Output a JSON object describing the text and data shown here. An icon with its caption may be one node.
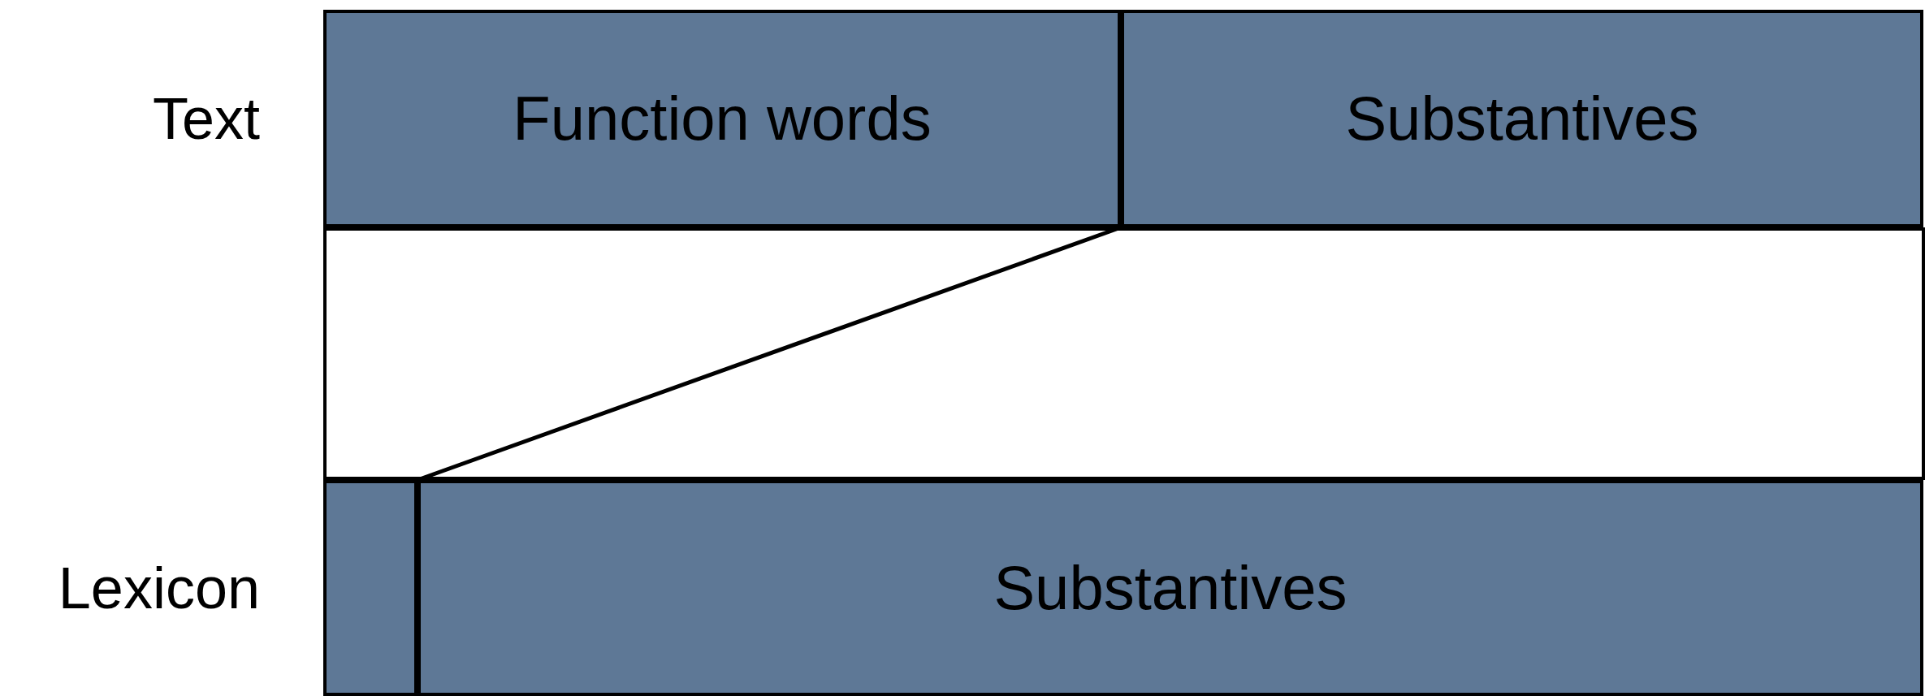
{
  "diagram": {
    "nodes": [
      {
        "text": [
          "Function words"
        ]
      },
      {
        "text": [
          "Substantives"
        ]
      },
      {
        "text": [],
        "shape": "bar"
      },
      {
        "text": [
          "Substantives"
        ]
      }
    ],
    "edges": [
      {
        "from": 0,
        "to": 2,
        "arrow": "none"
      }
    ],
    "labels": [
      "Text",
      "Lexicon"
    ]
  }
}
